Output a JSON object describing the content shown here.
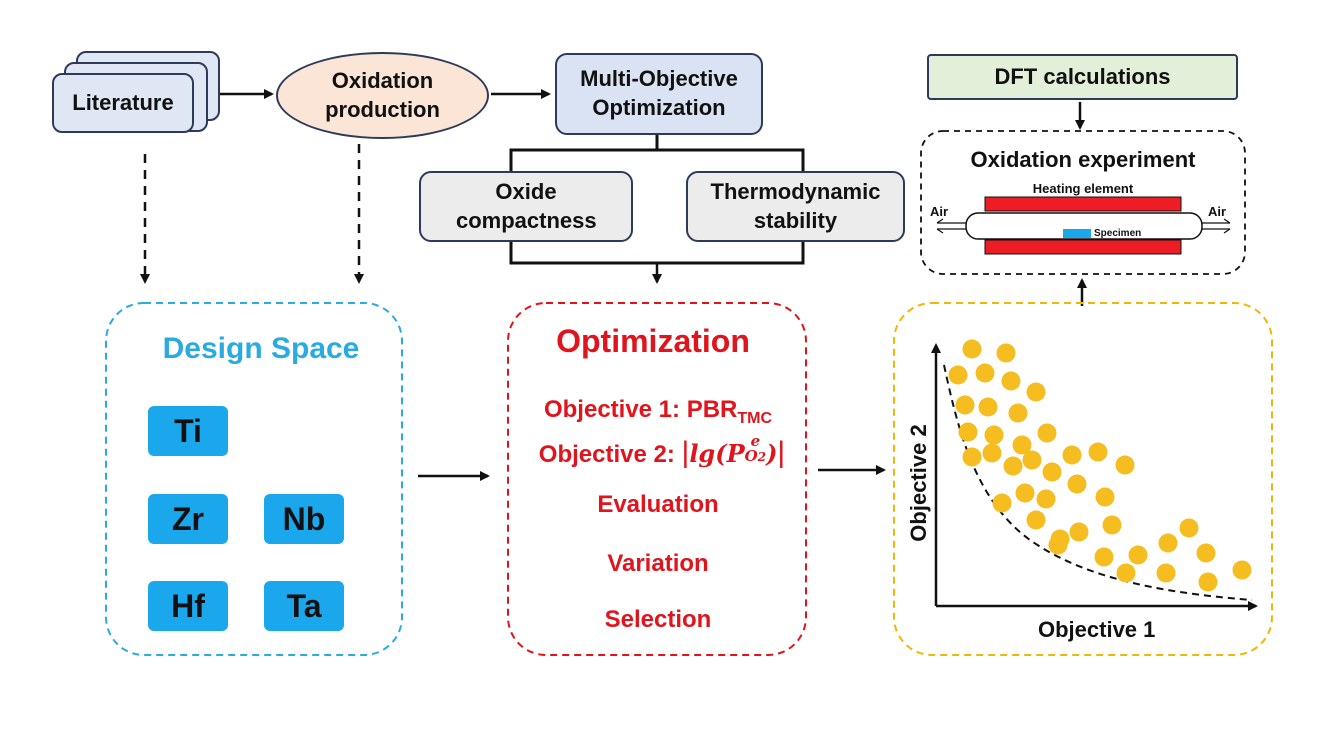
{
  "sources": {
    "literature": "Literature",
    "oxidation_production": "Oxidation production"
  },
  "moo": {
    "title": "Multi-Objective Optimization",
    "criteria": [
      "Oxide compactness",
      "Thermodynamic stability"
    ]
  },
  "dft": {
    "label": "DFT calculations"
  },
  "experiment": {
    "title": "Oxidation experiment",
    "heating_element": "Heating element",
    "specimen": "Specimen",
    "air_in": "Air",
    "air_out": "Air"
  },
  "design_space": {
    "title": "Design Space",
    "elements": [
      "Ti",
      "Zr",
      "Nb",
      "Hf",
      "Ta"
    ]
  },
  "optimization": {
    "title": "Optimization",
    "objective1_prefix": "Objective 1: ",
    "objective1_main": "PBR",
    "objective1_sub": "TMC",
    "objective2_prefix": "Objective 2:",
    "objective2_lg": "lg",
    "objective2_P": "P",
    "objective2_sup": "e",
    "objective2_sub": "O",
    "objective2_subsub": "2",
    "steps": [
      "Evaluation",
      "Variation",
      "Selection"
    ]
  },
  "pareto": {
    "xlabel": "Objective 1",
    "ylabel": "Objective 2"
  },
  "colors": {
    "design_border": "#29abe2",
    "optimization_border": "#e0141c",
    "pareto_border": "#f2b705",
    "dot": "#f5bd1f",
    "heater": "#ee1c24",
    "element_fill": "#1aa7ec"
  }
}
